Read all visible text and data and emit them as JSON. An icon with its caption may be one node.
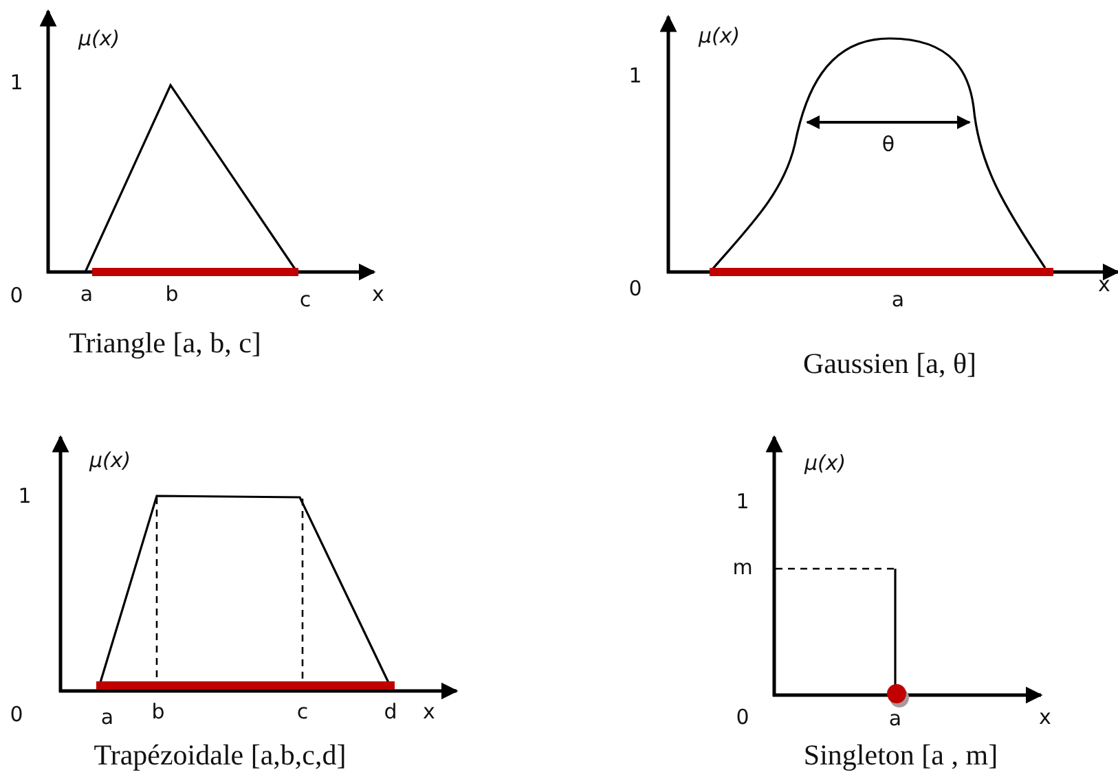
{
  "diagram": {
    "labels": [
      "μ(x)",
      "1",
      "0",
      "a",
      "b",
      "c",
      "x",
      "Triangle [a, b, c]",
      "μ(x)",
      "1",
      "θ",
      "0",
      "a",
      "x",
      "Gaussien [a, θ]",
      "μ(x)",
      "1",
      "0",
      "a",
      "b",
      "c",
      "d",
      "x",
      "Trapézoidale [a,b,c,d]",
      "μ(x)",
      "1",
      "m",
      "0",
      "a",
      "x",
      "Singleton [a , m]"
    ]
  }
}
